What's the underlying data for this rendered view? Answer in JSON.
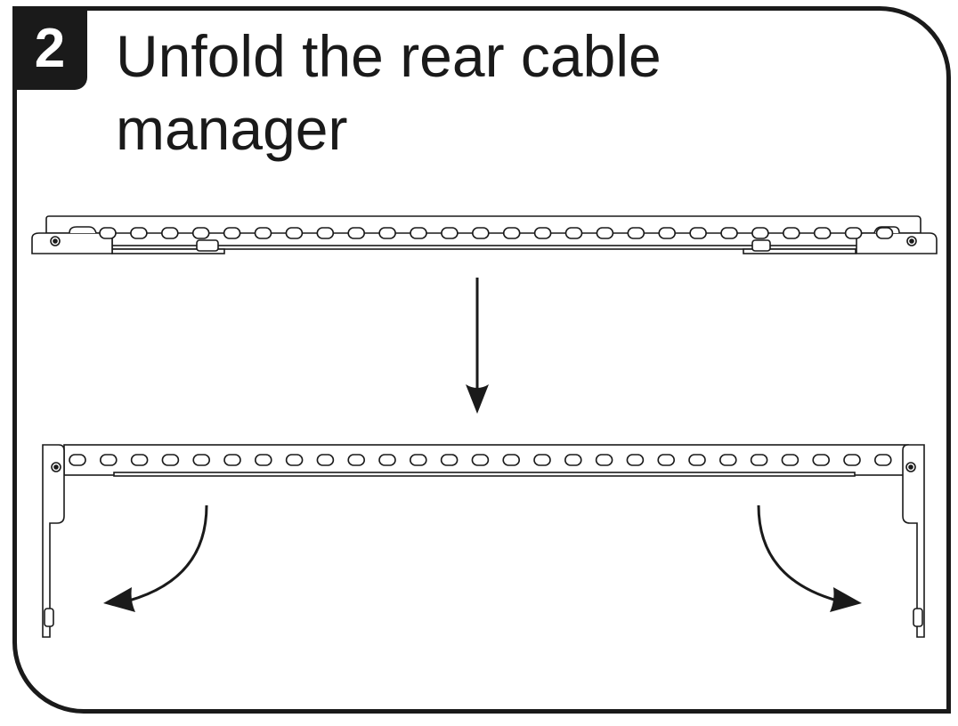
{
  "step": {
    "number": "2",
    "title": "Unfold the rear cable manager"
  },
  "diagram": {
    "folded_holes": 26,
    "unfolded_holes": 27,
    "icons": [
      "down-arrow-icon",
      "curved-arrow-left-icon",
      "curved-arrow-right-icon",
      "screw-icon"
    ]
  }
}
